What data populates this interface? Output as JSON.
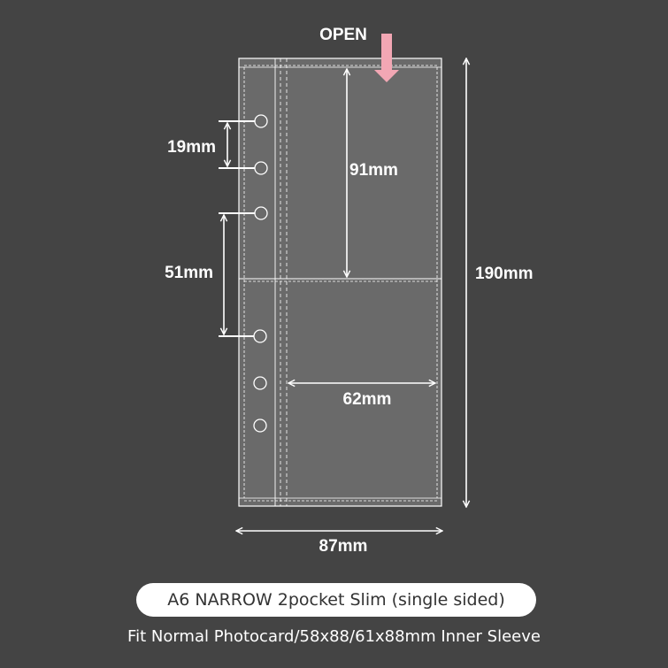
{
  "diagram": {
    "open_label": "OPEN",
    "dimensions": {
      "hole_spacing": "19mm",
      "hole_group_spacing": "51mm",
      "pocket_height": "91mm",
      "pocket_width": "62mm",
      "total_height": "190mm",
      "total_width": "87mm"
    },
    "colors": {
      "background": "#444444",
      "sleeve": "#6a6a6a",
      "line": "#ffffff",
      "open_arrow": "#f2a7b4"
    },
    "pockets": 2,
    "punch_holes": 6
  },
  "product": {
    "name": "A6 NARROW 2pocket Slim (single sided)",
    "caption": "Fit Normal Photocard/58x88/61x88mm Inner Sleeve"
  }
}
